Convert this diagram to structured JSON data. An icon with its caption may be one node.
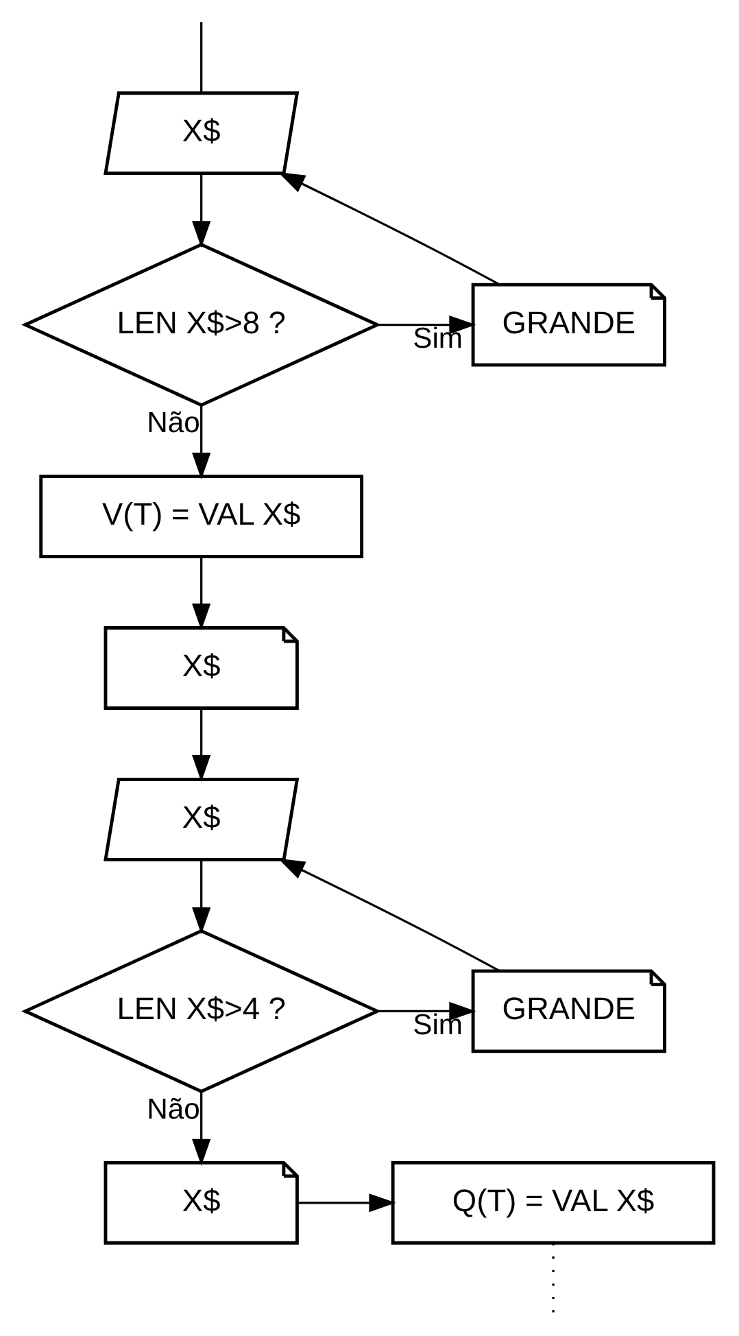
{
  "diagram": {
    "nodes": [
      {
        "text": [
          "X$"
        ]
      },
      {
        "text": [
          "LEN X$>8 ?"
        ]
      },
      {
        "text": [
          "GRANDE"
        ]
      },
      {
        "text": [
          "V(T) = VAL X$"
        ]
      },
      {
        "text": [
          "X$"
        ]
      },
      {
        "text": [
          "X$"
        ]
      },
      {
        "text": [
          "LEN X$>4 ?"
        ]
      },
      {
        "text": [
          "GRANDE"
        ]
      },
      {
        "text": [
          "X$"
        ]
      },
      {
        "text": [
          "Q(T) = VAL X$"
        ]
      }
    ],
    "edges": [
      {
        "from": null,
        "to": 0,
        "arrow": "none"
      },
      {
        "from": 0,
        "to": 1,
        "arrow": "to"
      },
      {
        "from": 1,
        "to": 2,
        "arrow": "to",
        "label": "Sim"
      },
      {
        "from": 2,
        "to": 0,
        "arrow": "to"
      },
      {
        "from": 1,
        "to": 3,
        "arrow": "to",
        "label": "Não"
      },
      {
        "from": 3,
        "to": 4,
        "arrow": "to"
      },
      {
        "from": 4,
        "to": 5,
        "arrow": "to"
      },
      {
        "from": 5,
        "to": 6,
        "arrow": "to"
      },
      {
        "from": 6,
        "to": 7,
        "arrow": "to",
        "label": "Sim"
      },
      {
        "from": 7,
        "to": 5,
        "arrow": "to"
      },
      {
        "from": 6,
        "to": 8,
        "arrow": "to",
        "label": "Não"
      },
      {
        "from": 8,
        "to": 9,
        "arrow": "to"
      },
      {
        "from": 9,
        "to": null,
        "arrow": "none",
        "style": "dashed"
      }
    ]
  }
}
